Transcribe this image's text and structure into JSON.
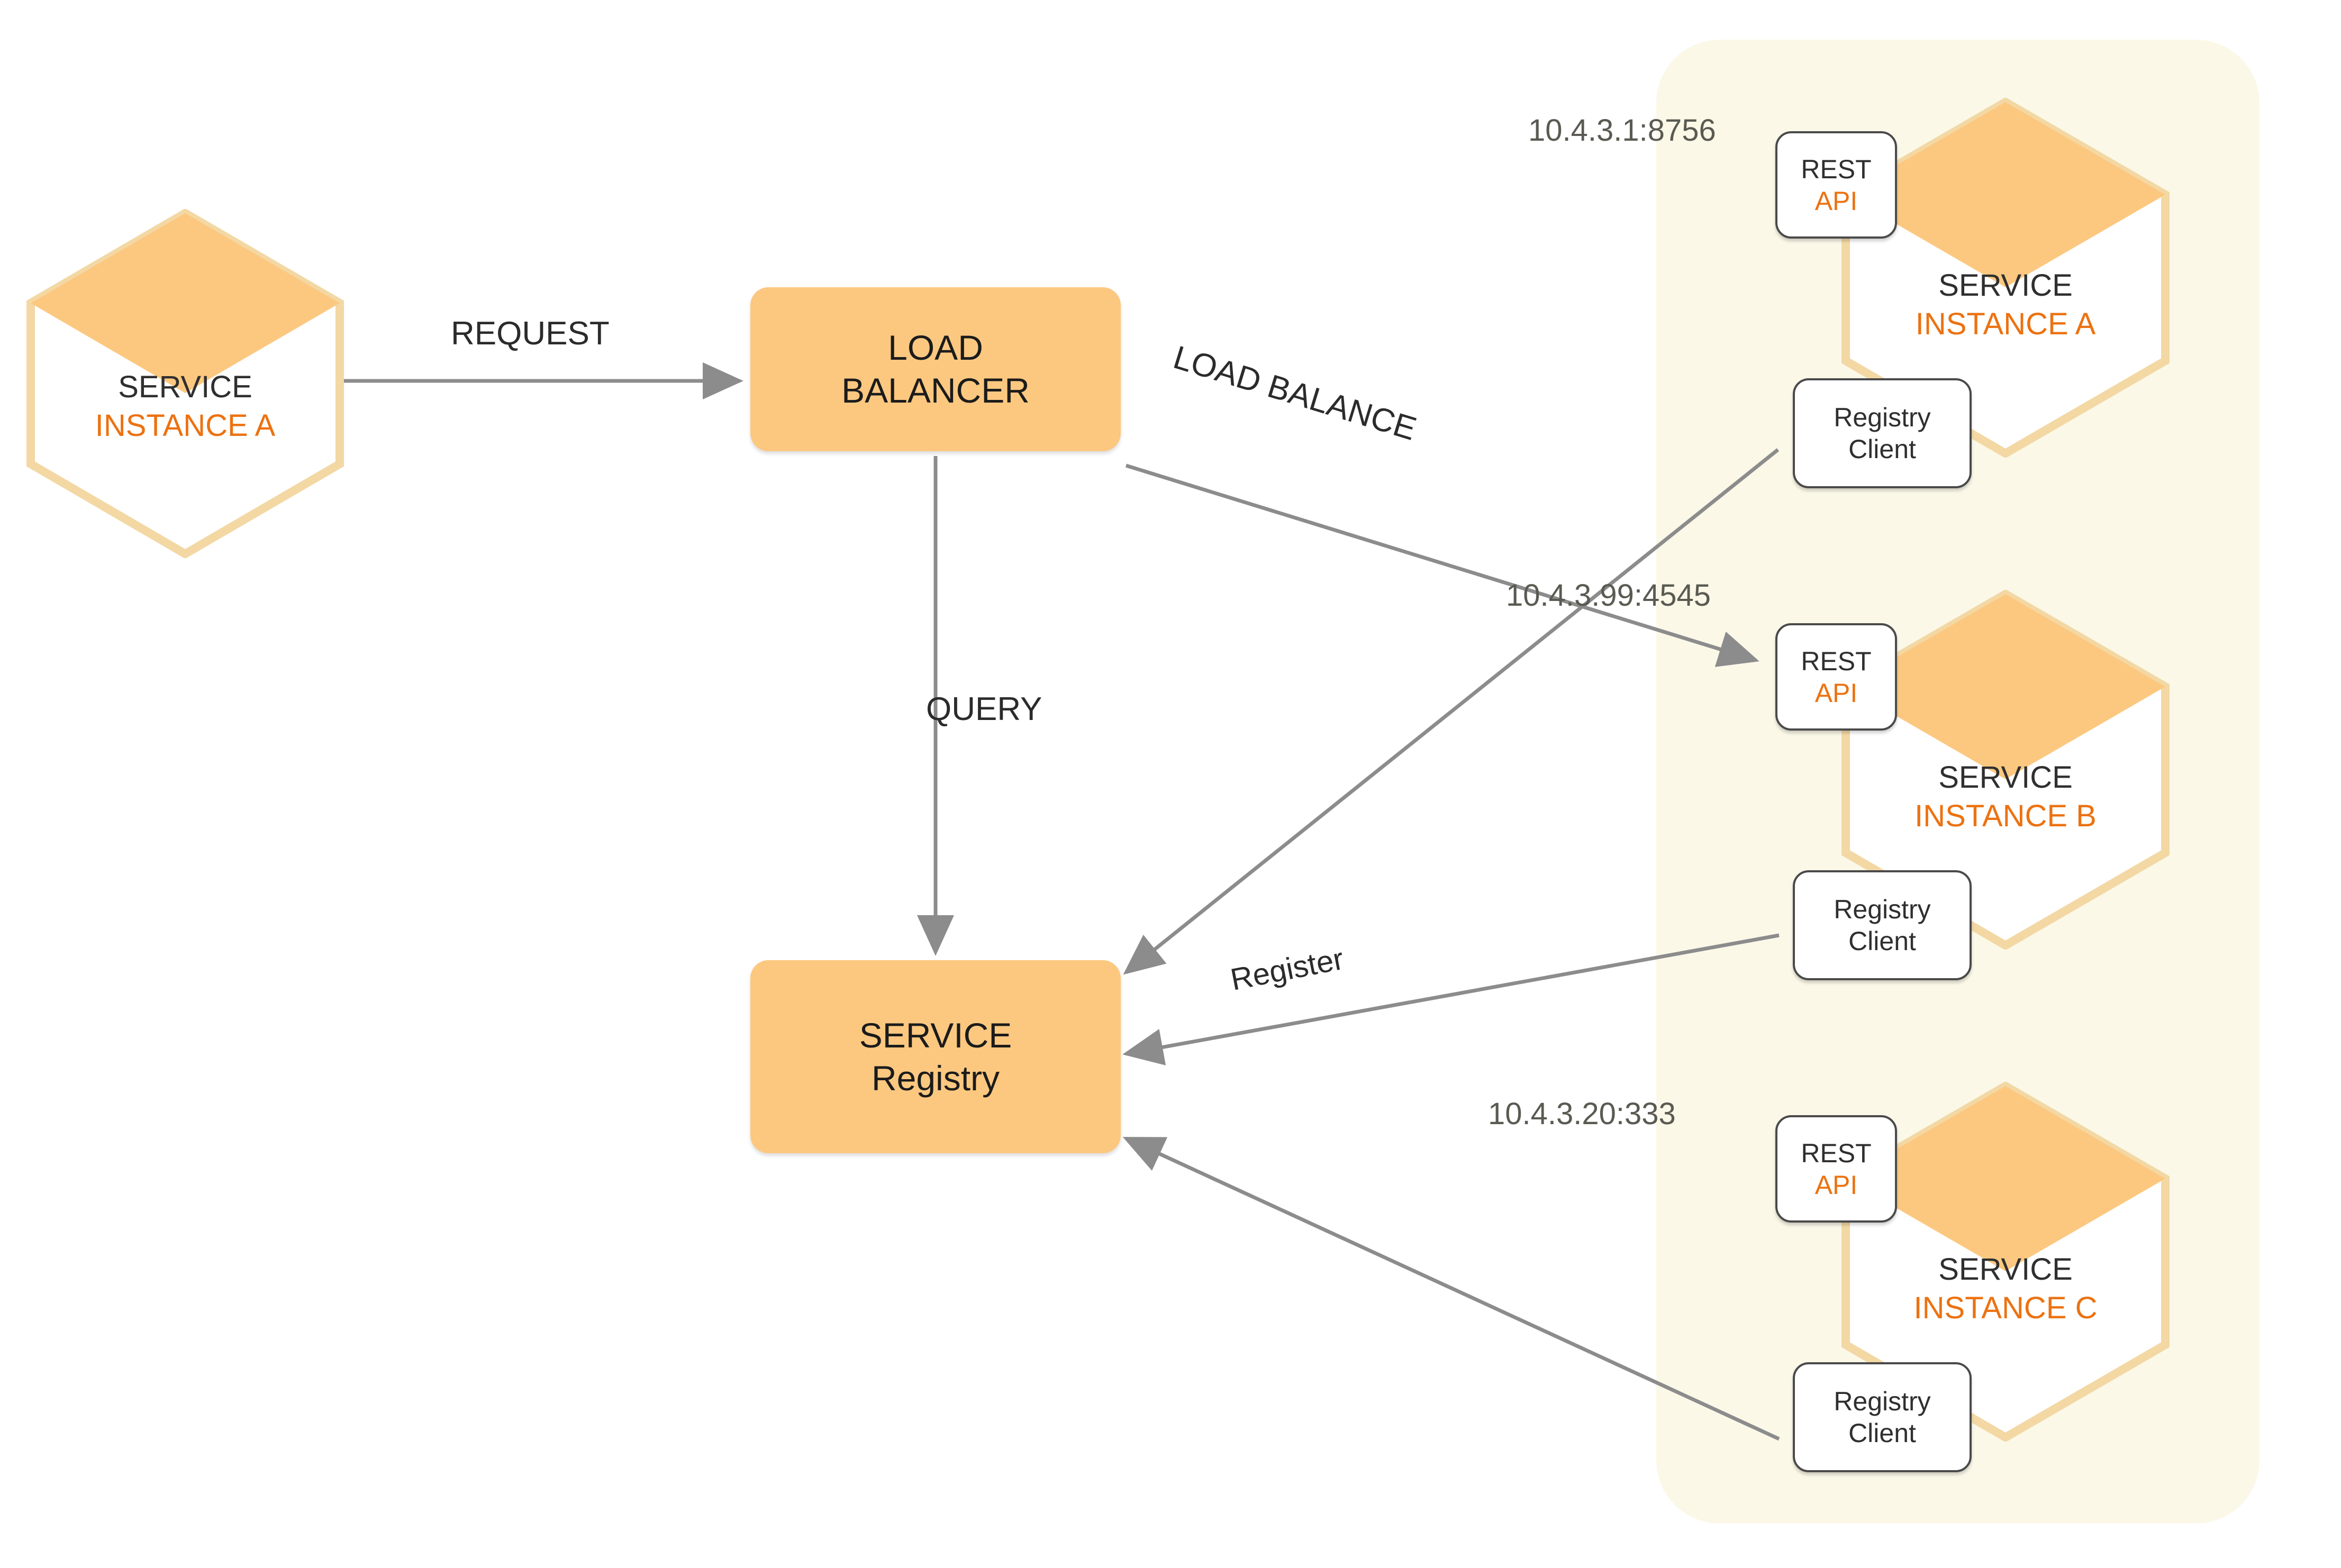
{
  "diagram": {
    "title": "Service discovery with load balancer and service registry",
    "colors": {
      "node_fill": "#fcc880",
      "cluster_background": "#fbf8e8",
      "accent_orange": "#ec7211",
      "hex_top_fill": "#fcc880",
      "hex_outline": "#f3d8a4",
      "arrow_gray": "#8c8c8c",
      "text_dark": "#2f2f2f",
      "ip_text": "#5a5a52"
    }
  },
  "client": {
    "hex": {
      "line1": "SERVICE",
      "line2": "INSTANCE A"
    }
  },
  "load_balancer": {
    "line1": "LOAD",
    "line2": "BALANCER"
  },
  "service_registry": {
    "line1": "SERVICE",
    "line2": "Registry"
  },
  "edges": {
    "request": "REQUEST",
    "query": "QUERY",
    "load_balance": "LOAD BALANCE",
    "register": "Register"
  },
  "instances": [
    {
      "id": "a",
      "ip": "10.4.3.1:8756",
      "rest_api": {
        "line1": "REST",
        "line2": "API"
      },
      "registry_client": {
        "line1": "Registry",
        "line2": "Client"
      },
      "hex": {
        "line1": "SERVICE",
        "line2": "INSTANCE A"
      }
    },
    {
      "id": "b",
      "ip": "10.4.3.99:4545",
      "rest_api": {
        "line1": "REST",
        "line2": "API"
      },
      "registry_client": {
        "line1": "Registry",
        "line2": "Client"
      },
      "hex": {
        "line1": "SERVICE",
        "line2": "INSTANCE B"
      }
    },
    {
      "id": "c",
      "ip": "10.4.3.20:333",
      "rest_api": {
        "line1": "REST",
        "line2": "API"
      },
      "registry_client": {
        "line1": "Registry",
        "line2": "Client"
      },
      "hex": {
        "line1": "SERVICE",
        "line2": "INSTANCE C"
      }
    }
  ]
}
